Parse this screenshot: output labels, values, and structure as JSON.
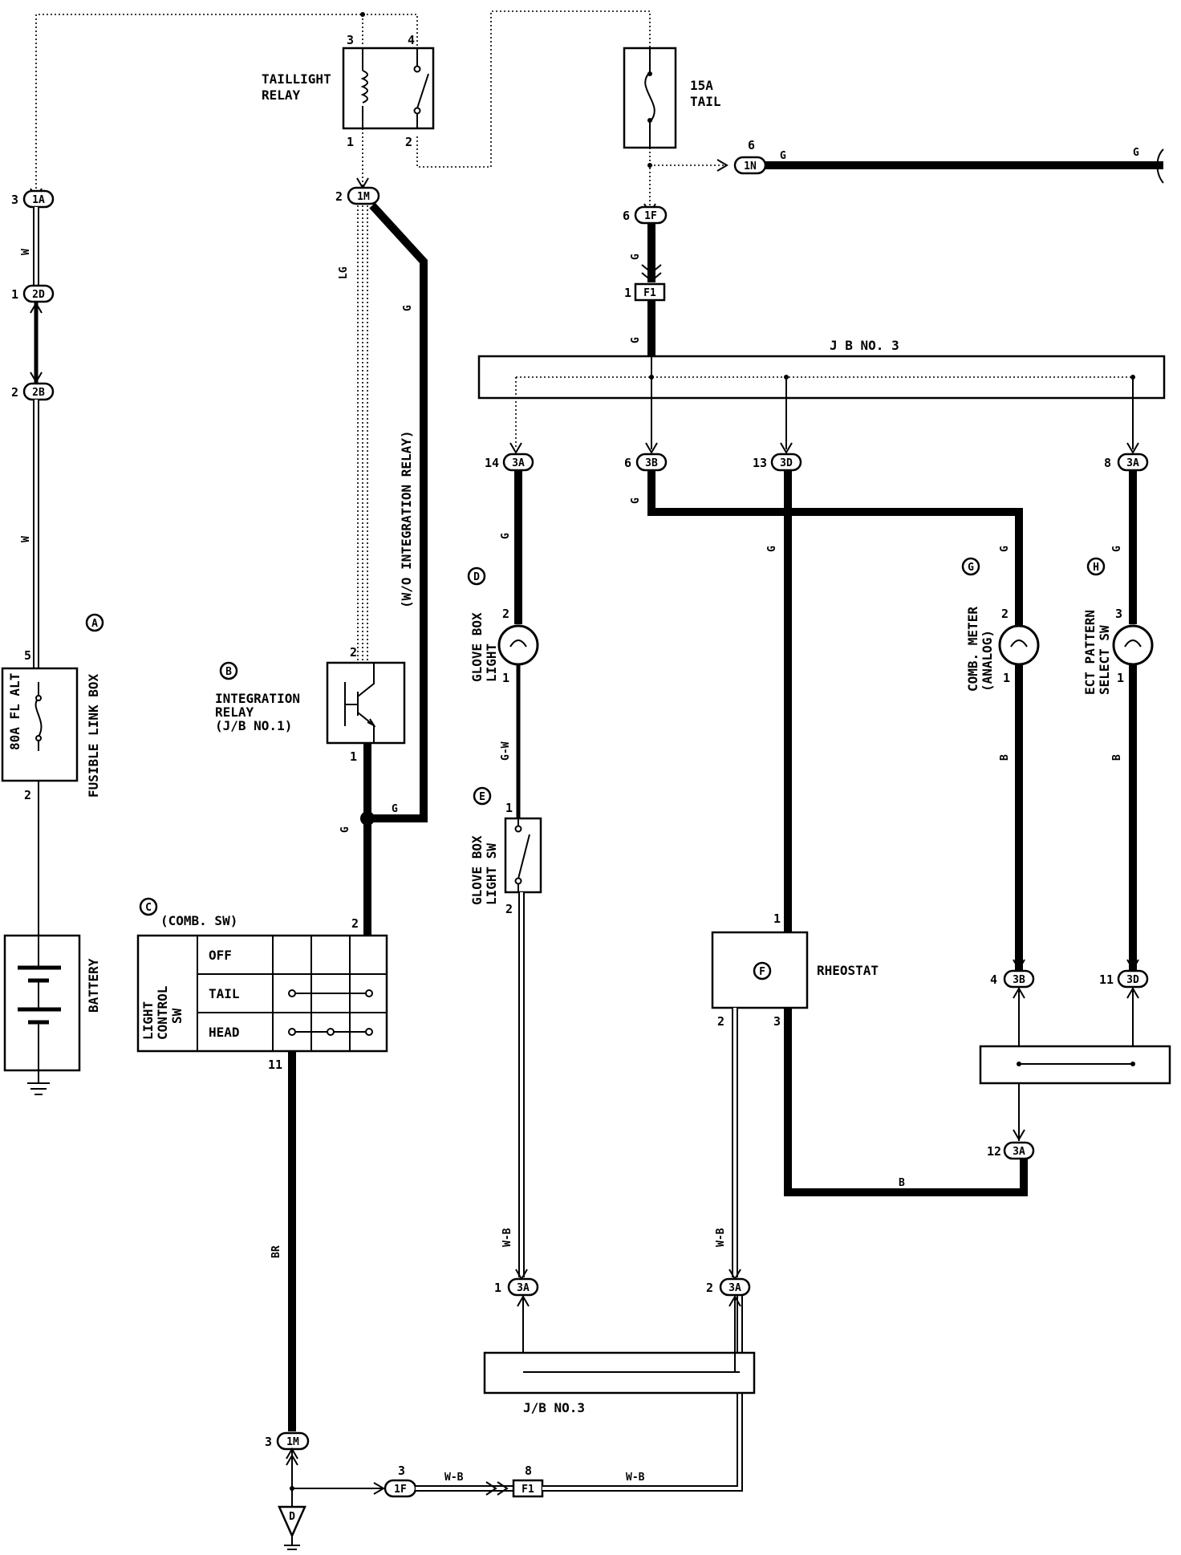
{
  "components": {
    "taillight_relay": "TAILLIGHT\nRELAY",
    "fuse_tail": "15A\nTAIL",
    "fusible_link": "80A FL ALT",
    "fusible_link_box": "FUSIBLE LINK BOX",
    "battery": "BATTERY",
    "integration_relay": "INTEGRATION\nRELAY\n(J/B NO.1)",
    "comb_sw": "(COMB. SW)",
    "light_control_sw": "LIGHT\nCONTROL\nSW",
    "glove_box_light": "GLOVE BOX\nLIGHT",
    "glove_box_light_sw": "GLOVE BOX\nLIGHT SW",
    "rheostat": "RHEOSTAT",
    "comb_meter": "COMB. METER\n(ANALOG)",
    "ect_pattern_sw": "ECT PATTERN\nSELECT SW",
    "jb_no3_top": "J B NO. 3",
    "jb_no3_bottom": "J/B NO.3",
    "wo_integration_relay": "(W/O INTEGRATION RELAY)"
  },
  "switch_positions": [
    "OFF",
    "TAIL",
    "HEAD"
  ],
  "refs": [
    "A",
    "B",
    "C",
    "D",
    "E",
    "F",
    "G",
    "H"
  ],
  "ground_ref": "D",
  "connectors": [
    "1A",
    "2D",
    "2B",
    "1M",
    "1N",
    "1F",
    "F1",
    "3A",
    "3B",
    "3D",
    "3A",
    "3B",
    "3A",
    "3D",
    "3A",
    "3A",
    "3A",
    "1M",
    "1F",
    "F1"
  ],
  "wire_colors": {
    "w": "W",
    "lg": "LG",
    "g": "G",
    "gw": "G-W",
    "b": "B",
    "br": "BR",
    "wb": "W-B"
  },
  "pins": [
    "3",
    "4",
    "1",
    "2",
    "3",
    "1",
    "2",
    "2",
    "6",
    "6",
    "1",
    "2",
    "5",
    "2",
    "2",
    "1",
    "2",
    "1",
    "1",
    "2",
    "14",
    "6",
    "13",
    "8",
    "2",
    "1",
    "3",
    "1",
    "1",
    "2",
    "3",
    "4",
    "11",
    "12",
    "11",
    "1",
    "2",
    "3",
    "3",
    "8"
  ]
}
